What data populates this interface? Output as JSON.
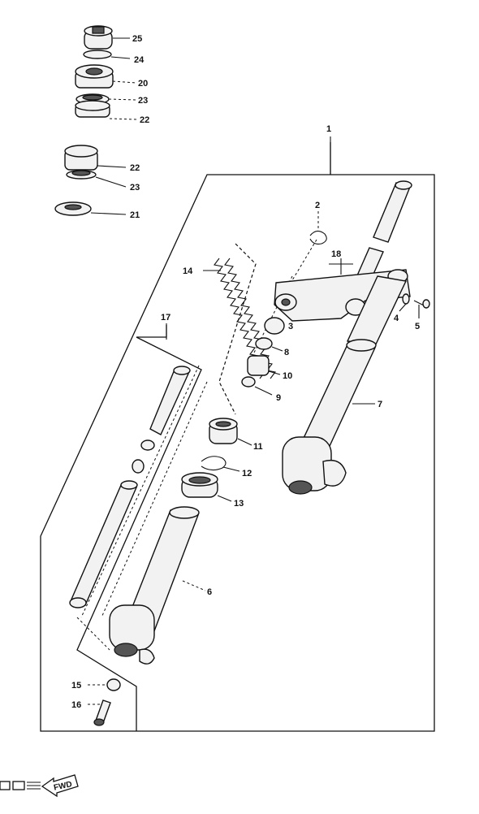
{
  "diagram": {
    "callouts": {
      "p1": "1",
      "p2": "2",
      "p3": "3",
      "p4": "4",
      "p5": "5",
      "p6": "6",
      "p7": "7",
      "p8": "8",
      "p9": "9",
      "p10": "10",
      "p11": "11",
      "p12": "12",
      "p13": "13",
      "p14": "14",
      "p15": "15",
      "p16": "16",
      "p17": "17",
      "p18": "18",
      "p20": "20",
      "p21": "21",
      "p22a": "22",
      "p22b": "22",
      "p23a": "23",
      "p23b": "23",
      "p24": "24",
      "p25": "25"
    },
    "fwd_label": "FWD",
    "icons": [
      "fwd-arrow-icon",
      "engine-mark-icon"
    ]
  }
}
